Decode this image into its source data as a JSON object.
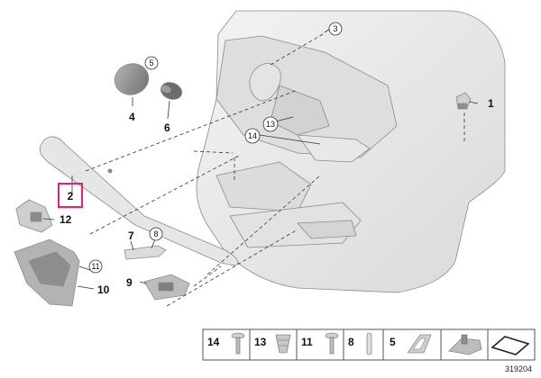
{
  "callouts": {
    "c1": "1",
    "c2": "2",
    "c3": "3",
    "c4": "4",
    "c5": "5",
    "c6": "6",
    "c7": "7",
    "c8": "8",
    "c9": "9",
    "c10": "10",
    "c11": "11",
    "c12": "12",
    "c13": "13",
    "c14": "14"
  },
  "legend": {
    "items": [
      {
        "label": "14"
      },
      {
        "label": "13"
      },
      {
        "label": "11"
      },
      {
        "label": "8"
      },
      {
        "label": "5"
      }
    ]
  },
  "reference_number": "319204",
  "colors": {
    "highlight": "#e8207a",
    "part_fill": "#e9e9e9",
    "part_dark": "#9b9b9b"
  }
}
